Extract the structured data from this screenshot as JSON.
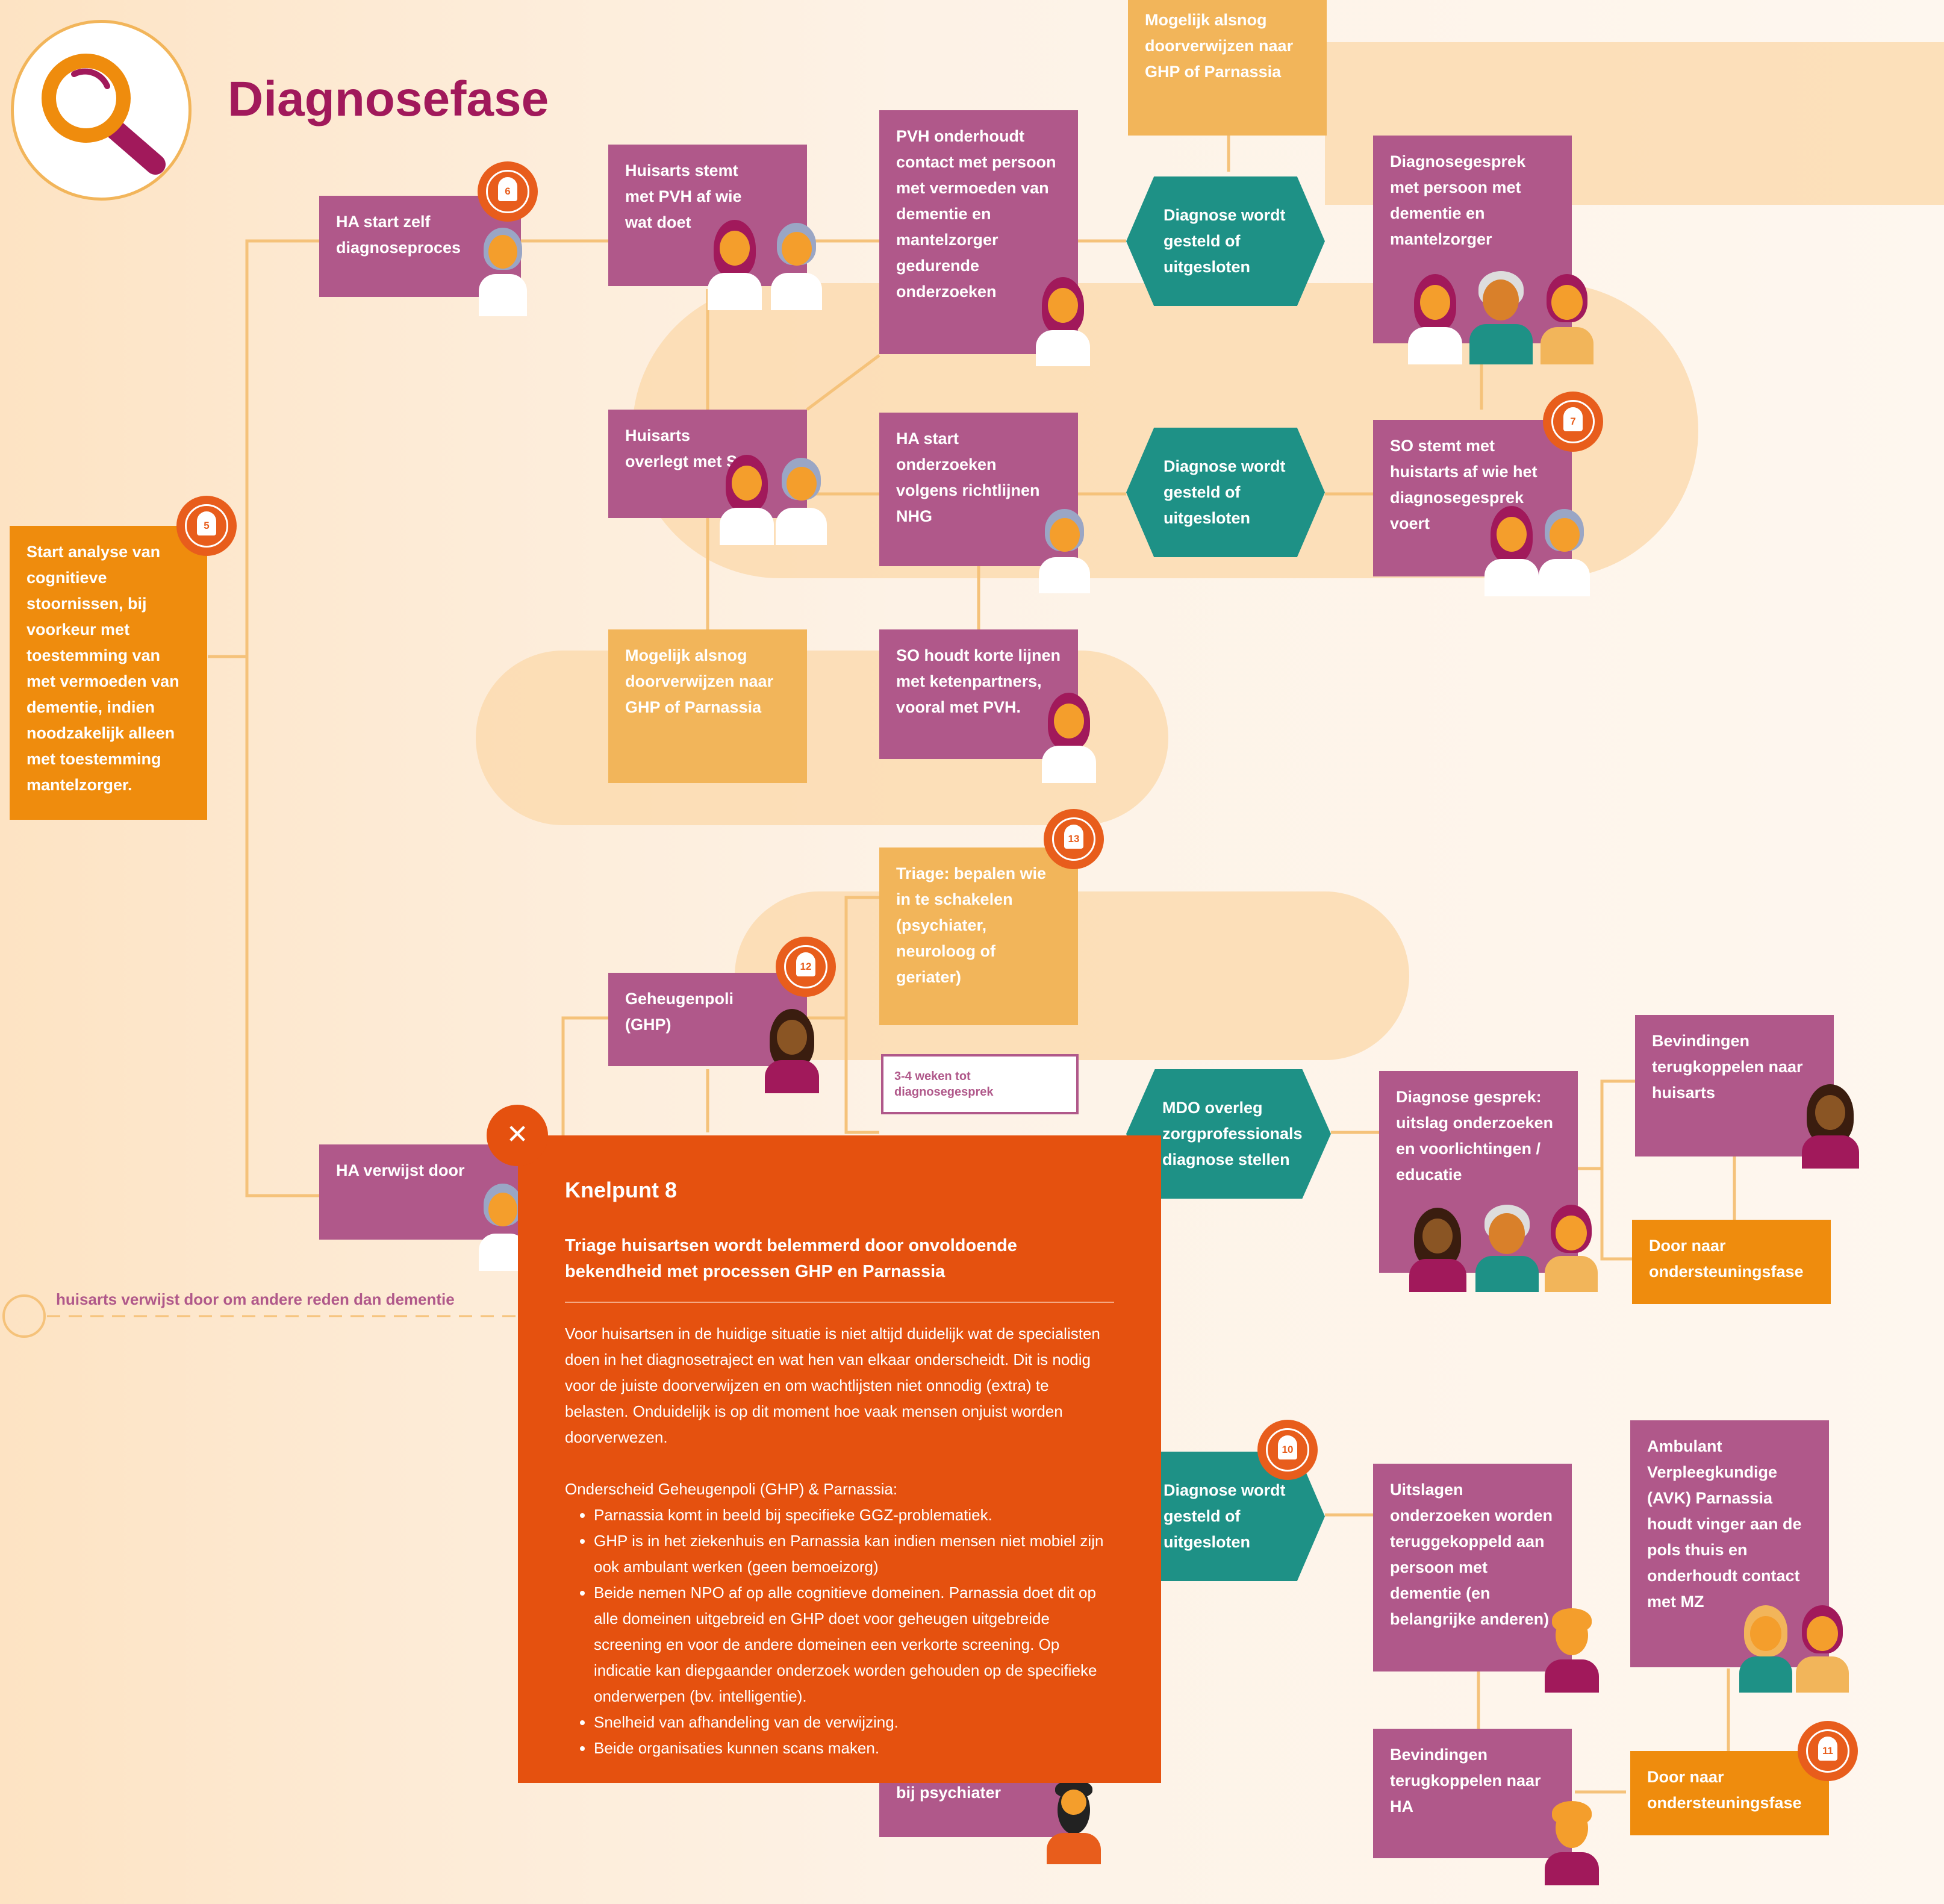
{
  "title": "Diagnosefase",
  "colors": {
    "purple": "#b0588a",
    "orange": "#ef8c0d",
    "light_orange": "#f2b55a",
    "teal": "#1e9186",
    "alert": "#e85d1c",
    "title": "#a1195b"
  },
  "nodes": {
    "start": "Start analyse van cognitieve stoornissen, bij voorkeur met toestemming van met vermoeden van dementie, indien noodzakelijk alleen met toestemming mantelzorger.",
    "ha_start_zelf": "HA start zelf diagnoseproces",
    "huisarts_stemt": "Huisarts stemt met PVH af wie wat doet",
    "pvh_onderhoudt": "PVH onderhoudt contact met persoon met vermoeden van dementie en mantelzorger gedurende onderzoeken",
    "doorverwijzen_top": "Mogelijk alsnog doorverwijzen naar GHP of Parnassia",
    "diagnose_1": "Diagnose wordt gesteld of uitgesloten",
    "diagnosegesprek": "Diagnosegesprek met persoon met dementie en mantelzorger",
    "huisarts_overlegt": "Huisarts overlegt met SO",
    "ha_start_onderzoeken": "HA start onderzoeken volgens richtlijnen NHG",
    "diagnose_2": "Diagnose wordt gesteld of uitgesloten",
    "so_stemt": "SO stemt met huistarts af wie het diagnosegesprek voert",
    "doorverwijzen_mid": "Mogelijk alsnog doorverwijzen naar GHP of Parnassia",
    "so_houdt": "SO houdt korte lijnen met ketenpartners, vooral met PVH.",
    "triage": "Triage: bepalen wie in te schakelen (psychiater, neuroloog of geriater)",
    "geheugenpoli": "Geheugenpoli (GHP)",
    "weken": "3-4 weken tot diagnosegesprek",
    "mdo": "MDO overleg zorgprofessionals diagnose stellen",
    "diagnose_gesprek_uitslag": "Diagnose gesprek: uitslag onderzoeken en voorlichtingen / educatie",
    "bevindingen_huisarts": "Bevindingen terugkoppelen naar huisarts",
    "door_naar_1": "Door naar ondersteuningsfase",
    "ha_verwijst": "HA verwijst door",
    "diagnose_3": "Diagnose wordt gesteld of uitgesloten",
    "uitslagen": "Uitslagen onderzoeken worden teruggekoppeld aan persoon met dementie (en belangrijke anderen)",
    "ambulant": "Ambulant Verpleegkundige (AVK) Parnassia houdt vinger aan de pols thuis en onderhoudt contact met MZ",
    "bevindingen_ha": "Bevindingen terugkoppelen naar HA",
    "door_naar_2": "Door naar ondersteuningsfase",
    "psychiater": "bij psychiater"
  },
  "bells": [
    "5",
    "6",
    "7",
    "10",
    "11",
    "12",
    "13"
  ],
  "side_note": "huisarts verwijst door om andere reden dan dementie",
  "popup": {
    "title": "Knelpunt 8",
    "subtitle": "Triage huisartsen wordt belemmerd door onvoldoende bekendheid met processen GHP en Parnassia",
    "intro": "Voor huisartsen in de huidige situatie is niet altijd duidelijk wat de specialisten doen in het diagnosetraject en wat hen van elkaar onderscheidt. Dit is nodig voor de juiste doorverwijzen en om wachtlijsten niet onnodig (extra) te belasten. Onduidelijk is op dit moment hoe vaak mensen onjuist worden doorverwezen.",
    "list_title": "Onderscheid Geheugenpoli (GHP) & Parnassia:",
    "items": [
      "Parnassia komt in beeld bij specifieke GGZ-problematiek.",
      "GHP is in het ziekenhuis en Parnassia kan indien mensen niet mobiel zijn ook ambulant werken (geen bemoeizorg)",
      "Beide nemen NPO af op alle cognitieve domeinen. Parnassia doet dit op alle domeinen uitgebreid en GHP doet voor geheugen uitgebreide screening en voor de andere domeinen een verkorte screening. Op indicatie kan diepgaander onderzoek worden gehouden op de specifieke onderwerpen (bv. intelligentie).",
      "Snelheid van afhandeling van de verwijzing.",
      "Beide organisaties kunnen scans maken."
    ],
    "close_icon": "close-icon"
  }
}
